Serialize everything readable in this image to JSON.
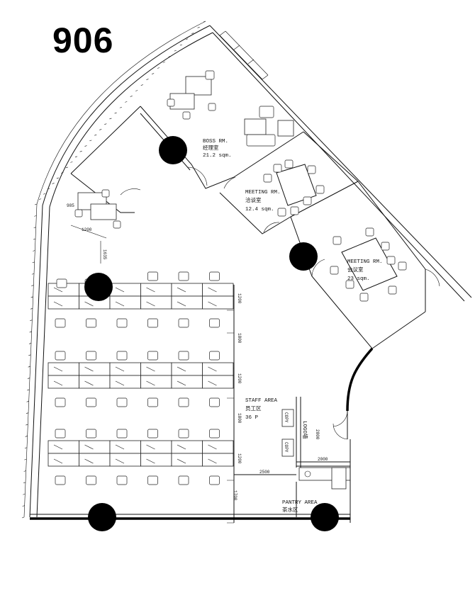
{
  "unit_number": "906",
  "rooms": {
    "boss": {
      "name_en": "BOSS RM.",
      "name_cn": "经理室",
      "area": "21.2 sqm."
    },
    "meeting_small": {
      "name_en": "MEETING RM.",
      "name_cn": "洽谈室",
      "area": "12.4 sqm."
    },
    "meeting_large": {
      "name_en": "MEETING RM.",
      "name_cn": "会议室",
      "area": "23 sqm."
    },
    "staff": {
      "name_en": "STAFF AREA",
      "name_cn": "员工区",
      "capacity": "36 P"
    },
    "pantry": {
      "name_en": "PANTRY AREA",
      "name_cn": "茶水区"
    },
    "logo_wall": "LOGO墙"
  },
  "dimensions": {
    "d985": "985",
    "d1200_top": "1200",
    "d1635": "1635",
    "d1200_a": "1200",
    "d1800_a": "1800",
    "d1200_b": "1200",
    "d1800_b": "1800",
    "d1200_c": "1200",
    "d1700": "1700",
    "d2500": "2500",
    "d2000": "2000",
    "d2800": "2800"
  },
  "equipment": {
    "copier_1": "COPY",
    "copier_2": "COPY"
  },
  "colors": {
    "walls": "#111111",
    "columns": "#000000",
    "background": "#ffffff"
  }
}
